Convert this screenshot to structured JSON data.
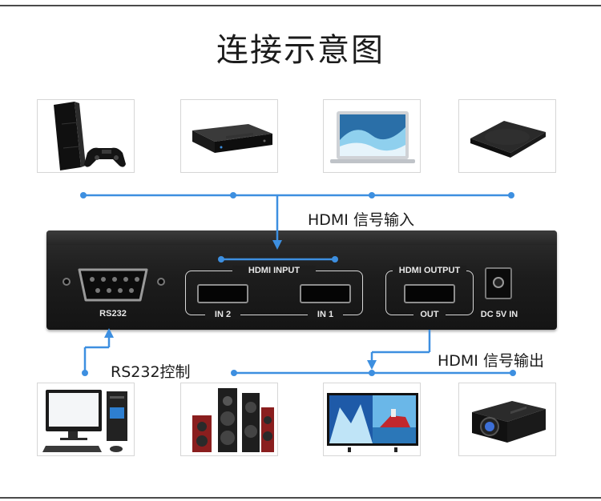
{
  "title": "连接示意图",
  "labels": {
    "hdmi_in": "HDMI 信号输入",
    "hdmi_out": "HDMI 信号输出",
    "rs232": "RS232控制"
  },
  "panel": {
    "hdmi_input": "HDMI INPUT",
    "in2": "IN 2",
    "in1": "IN 1",
    "hdmi_output": "HDMI OUTPUT",
    "out": "OUT",
    "dc": "DC 5V IN",
    "rs232": "RS232"
  },
  "colors": {
    "line": "#3d8fe0",
    "device": "#1c1c1c"
  },
  "icons": {
    "sources": [
      "game-console-icon",
      "blu-ray-player-icon",
      "laptop-icon",
      "tv-box-icon"
    ],
    "outputs": [
      "desktop-computer-icon",
      "speaker-system-icon",
      "tv-monitor-icon",
      "projector-icon"
    ]
  }
}
